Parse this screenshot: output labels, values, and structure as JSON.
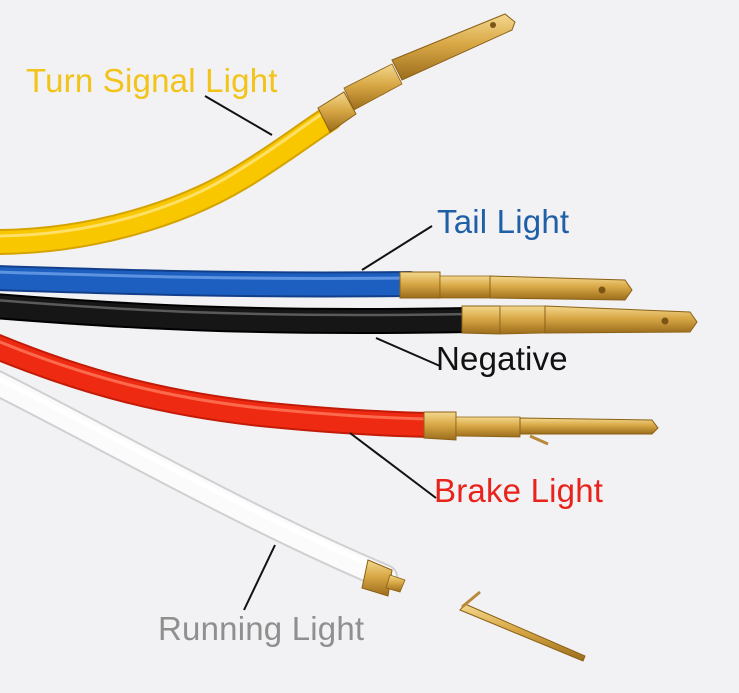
{
  "labels": {
    "turn_signal": "Turn Signal Light",
    "tail": "Tail Light",
    "negative": "Negative",
    "brake": "Brake Light",
    "running": "Running Light"
  },
  "colors": {
    "background": "#f2f1f3",
    "turn_signal_wire": "#f5c400",
    "turn_signal_text": "#f2c318",
    "tail_wire": "#1d5fc0",
    "tail_text": "#1f5fa8",
    "negative_wire": "#141414",
    "negative_text": "#111111",
    "brake_wire": "#ee2a12",
    "brake_text": "#e8231b",
    "running_wire": "#f7f7f7",
    "running_text": "#8f8f8f",
    "terminal_gold": "#d8a645"
  }
}
